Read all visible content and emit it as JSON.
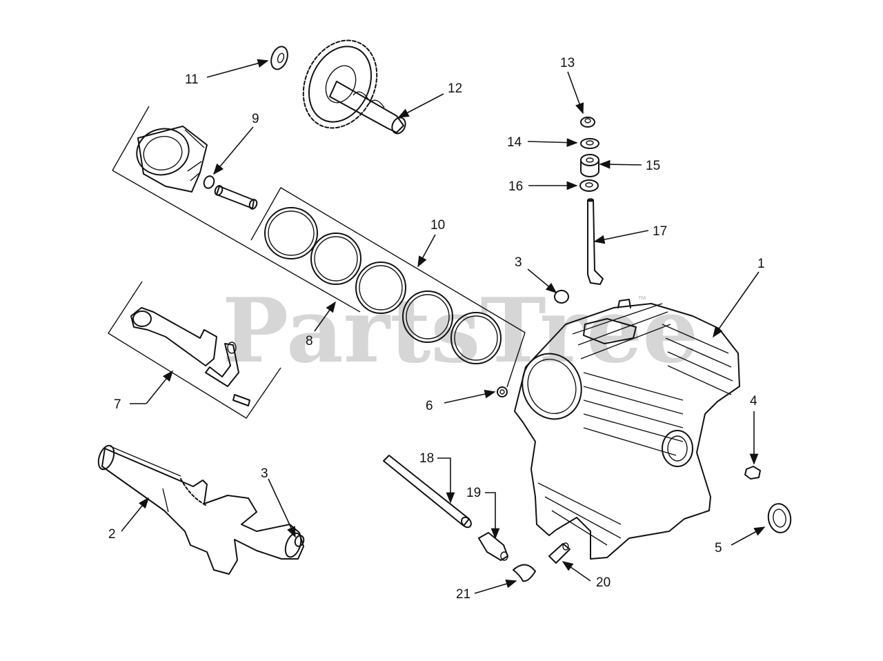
{
  "watermark": {
    "text": "PartsTree",
    "trademark": "™"
  },
  "callouts": [
    "1",
    "2",
    "3",
    "3",
    "4",
    "5",
    "6",
    "7",
    "8",
    "9",
    "10",
    "11",
    "12",
    "13",
    "14",
    "15",
    "16",
    "17",
    "18",
    "19",
    "20",
    "21"
  ],
  "colors": {
    "ink": "#111111",
    "watermark": "#c9c9c9",
    "background": "#ffffff"
  }
}
